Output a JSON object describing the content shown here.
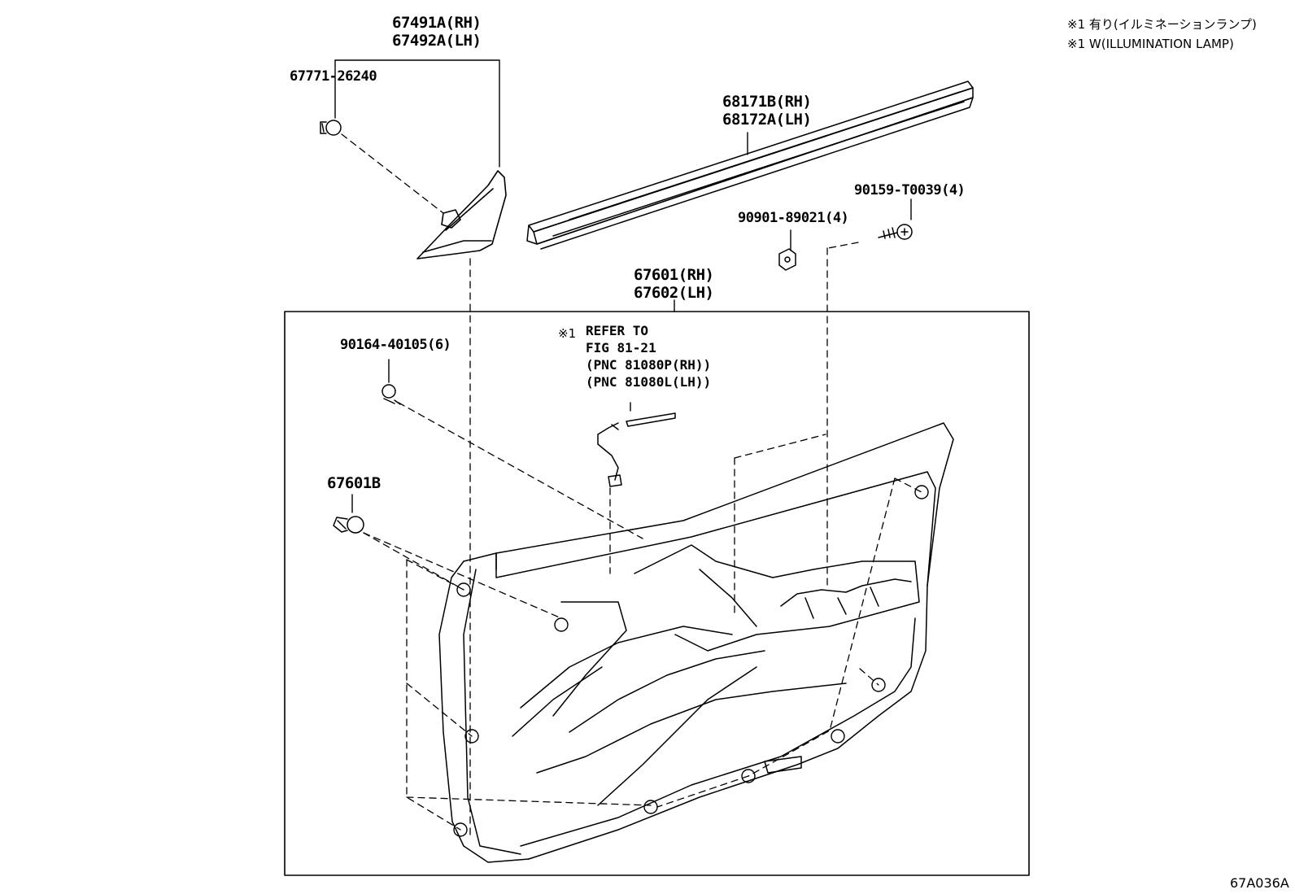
{
  "notes": {
    "jp": "※1 有り(イルミネーションランプ)",
    "en": "※1 W(ILLUMINATION LAMP)"
  },
  "labels": {
    "p67491a": "67491A(RH)",
    "p67492a": "67492A(LH)",
    "p67771": "67771-26240",
    "p68171b": "68171B(RH)",
    "p68172a": "68172A(LH)",
    "p90159": "90159-T0039(4)",
    "p90901": "90901-89021(4)",
    "p67601": "67601(RH)",
    "p67602": "67602(LH)",
    "p90164": "90164-40105(6)",
    "p67601b": "67601B"
  },
  "refer": {
    "mark": "※1",
    "line1": "REFER TO",
    "line2": "FIG 81-21",
    "line3": "(PNC 81080P(RH))",
    "line4": "(PNC 81080L(LH))"
  },
  "figure_code": "67A036A"
}
